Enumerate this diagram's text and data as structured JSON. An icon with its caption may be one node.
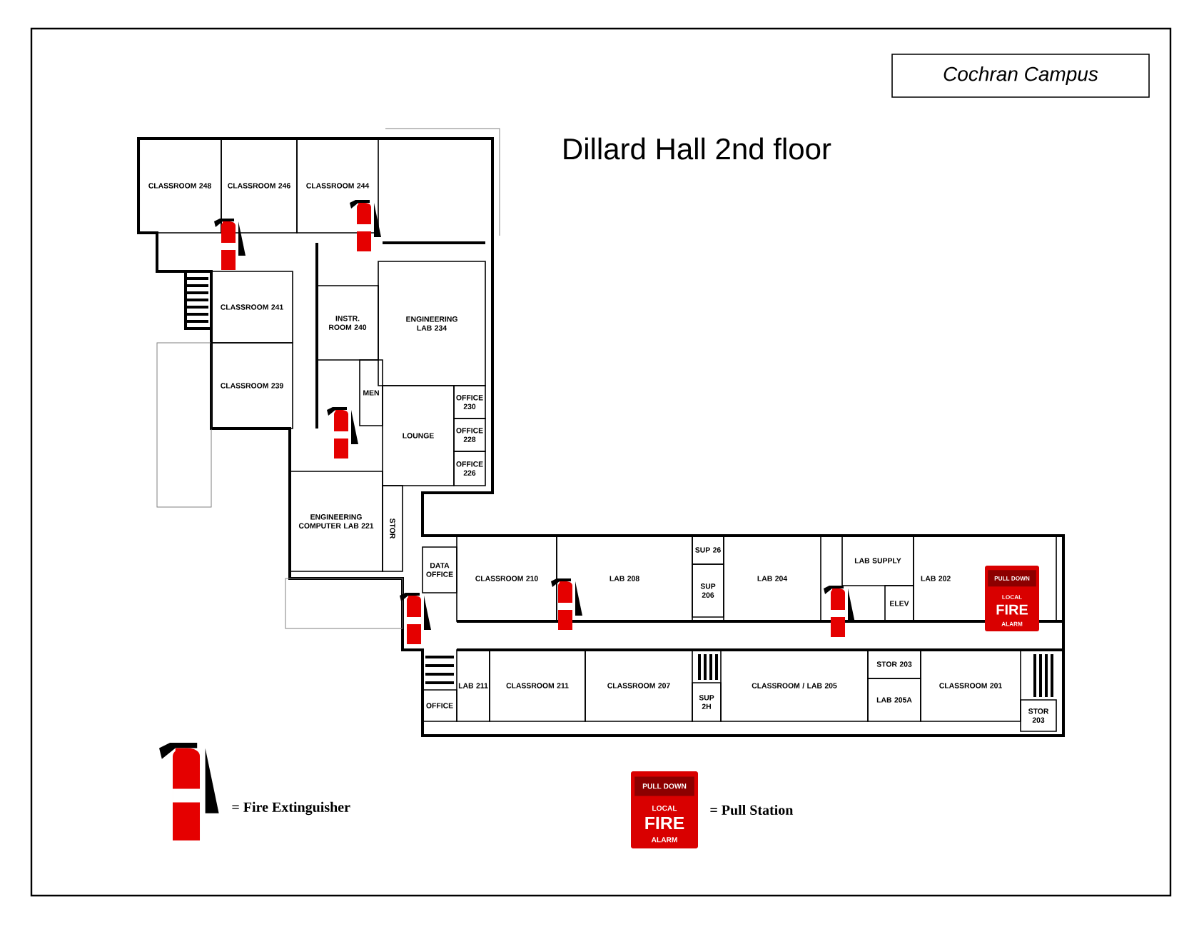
{
  "diagram": {
    "title": "Dillard Hall 2nd floor",
    "nodes": [
      {
        "text": [
          "Cochran Campus"
        ]
      },
      {
        "text": [
          "CLASSROOM 248"
        ]
      },
      {
        "text": [
          "CLASSROOM 246"
        ]
      },
      {
        "text": [
          "CLASSROOM 244"
        ]
      },
      {
        "text": [
          "CLASSROOM 241"
        ]
      },
      {
        "text": [
          "INSTR. ROOM 240"
        ]
      },
      {
        "text": [
          "ENGINEERING LAB 234"
        ]
      },
      {
        "text": [
          "CLASSROOM 239"
        ]
      },
      {
        "text": [
          "MEN"
        ]
      },
      {
        "text": [
          "OFFICE 230"
        ]
      },
      {
        "text": [
          "LOUNGE"
        ]
      },
      {
        "text": [
          "OFFICE 228"
        ]
      },
      {
        "text": [
          "OFFICE 226"
        ]
      },
      {
        "text": [
          "ENGINEERING COMPUTER LAB 221"
        ]
      },
      {
        "text": [
          "STOR"
        ]
      },
      {
        "text": [
          "DATA OFFICE"
        ]
      },
      {
        "text": [
          "CLASSROOM 210"
        ]
      },
      {
        "text": [
          "LAB 208"
        ]
      },
      {
        "text": [
          "SUP 26"
        ]
      },
      {
        "text": [
          "SUP 206"
        ]
      },
      {
        "text": [
          "LAB 204"
        ]
      },
      {
        "text": [
          "LAB SUPPLY"
        ]
      },
      {
        "text": [
          "ELEV"
        ]
      },
      {
        "text": [
          "LAB 202"
        ]
      },
      {
        "text": [
          "LAB 211"
        ]
      },
      {
        "text": [
          "CLASSROOM 211"
        ]
      },
      {
        "text": [
          "CLASSROOM 207"
        ]
      },
      {
        "text": [
          "SUP 2H"
        ]
      },
      {
        "text": [
          "CLASSROOM / LAB 205"
        ]
      },
      {
        "text": [
          "STOR 203"
        ]
      },
      {
        "text": [
          "OFFICE"
        ]
      },
      {
        "text": [
          "LAB 205A"
        ]
      },
      {
        "text": [
          "CLASSROOM 201"
        ]
      },
      {
        "text": [
          "STOR 203"
        ]
      }
    ],
    "labels": [
      "PULL DOWN",
      "LOCAL",
      "FIRE",
      "ALARM",
      "PULL DOWN",
      "LOCAL",
      "FIRE",
      "ALARM"
    ],
    "legend": [
      {
        "text": "= Fire Extinguisher"
      },
      {
        "text": "= Pull Station"
      }
    ]
  }
}
